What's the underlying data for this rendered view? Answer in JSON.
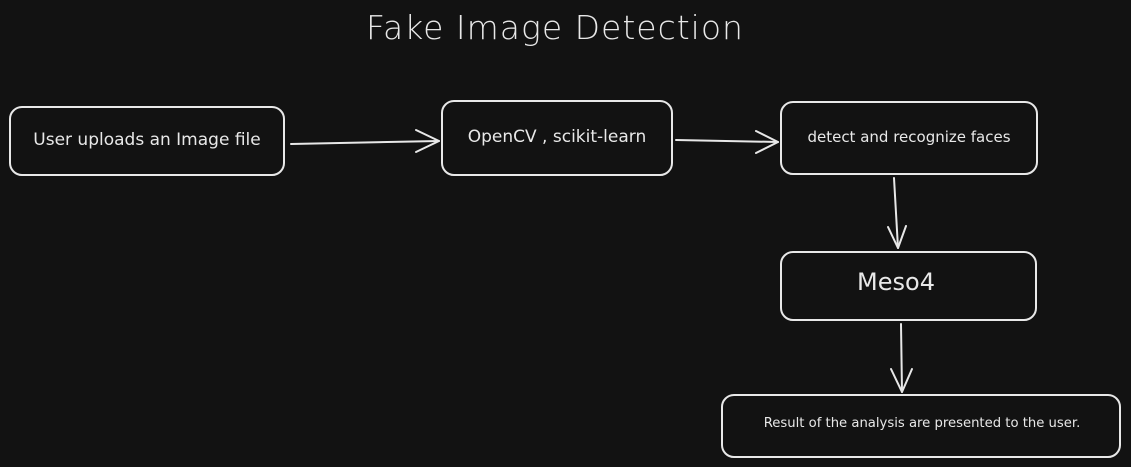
{
  "title": "Fake Image Detection",
  "colors": {
    "background": "#121212",
    "stroke": "#e8e8e8",
    "text": "#e8e8e8"
  },
  "nodes": [
    {
      "id": "upload",
      "label": "User uploads an Image file"
    },
    {
      "id": "libraries",
      "label": "OpenCV , scikit-learn"
    },
    {
      "id": "detect",
      "label": "detect and recognize faces"
    },
    {
      "id": "model",
      "label": "Meso4"
    },
    {
      "id": "result",
      "label": "Result of the analysis are presented to the user."
    }
  ],
  "edges": [
    {
      "from": "upload",
      "to": "libraries"
    },
    {
      "from": "libraries",
      "to": "detect"
    },
    {
      "from": "detect",
      "to": "model"
    },
    {
      "from": "model",
      "to": "result"
    }
  ]
}
